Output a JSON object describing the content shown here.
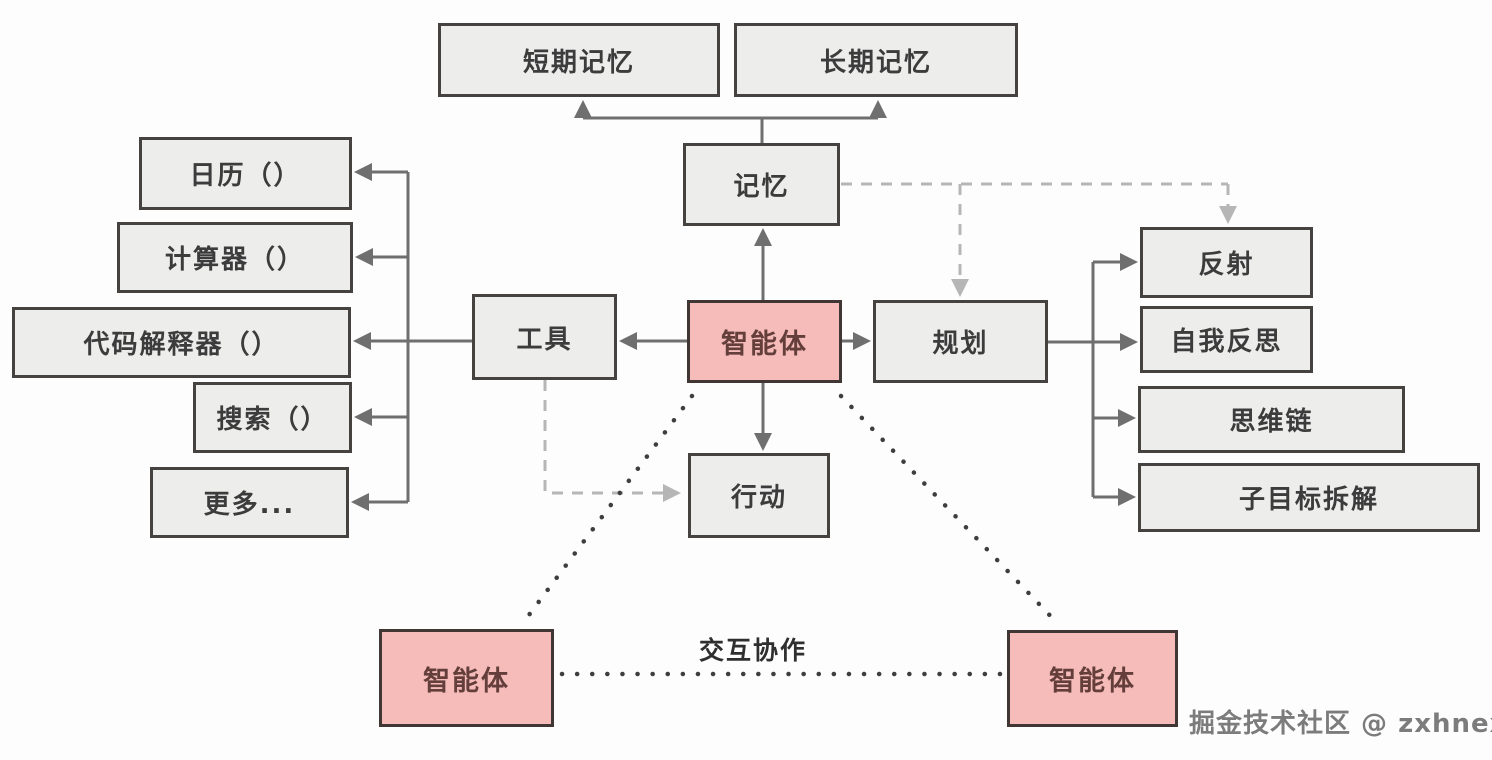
{
  "diagram": {
    "nodes": {
      "short_term_memory": "短期记忆",
      "long_term_memory": "长期记忆",
      "memory": "记忆",
      "calendar": "日历（）",
      "calculator": "计算器（）",
      "code_interpreter": "代码解释器（）",
      "search": "搜索（）",
      "more": "更多...",
      "tools": "工具",
      "agent_center": "智能体",
      "planning": "规划",
      "action": "行动",
      "reflection": "反射",
      "self_reflection": "自我反思",
      "chain_of_thought": "思维链",
      "subgoal_decomposition": "子目标拆解",
      "agent_bottom_left": "智能体",
      "agent_bottom_right": "智能体"
    },
    "labels": {
      "collaboration": "交互协作"
    },
    "watermark": "掘金技术社区 @ zxhnext",
    "colors": {
      "box_fill": "#ededec",
      "box_border": "#454240",
      "box_text": "#3c3c3c",
      "agent_fill": "#f5bcba",
      "agent_border": "#403634",
      "agent_text": "#643e3b",
      "solid_line": "#6f6f6f",
      "dashed_line": "#b6b6b6",
      "dotted_line": "#3e3e3e",
      "background": "#fdfdfd"
    }
  }
}
